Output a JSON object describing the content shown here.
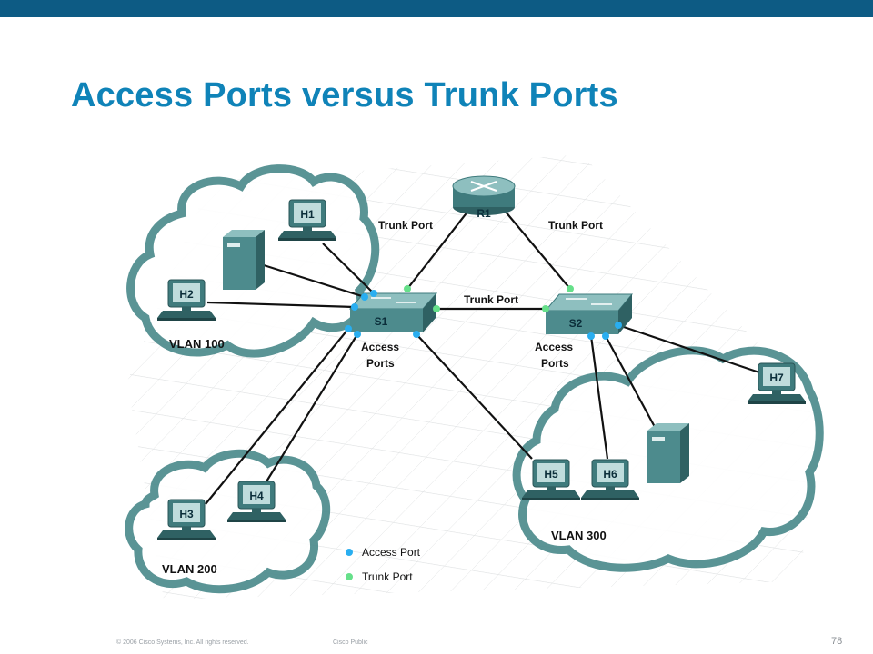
{
  "title": "Access Ports versus Trunk Ports",
  "devices": {
    "router": "R1",
    "switch1": "S1",
    "switch2": "S2",
    "hosts": [
      "H1",
      "H2",
      "H3",
      "H4",
      "H5",
      "H6",
      "H7"
    ]
  },
  "vlans": {
    "vlan100": "VLAN 100",
    "vlan200": "VLAN 200",
    "vlan300": "VLAN 300"
  },
  "link_labels": {
    "trunk_r1_s1": "Trunk Port",
    "trunk_r1_s2": "Trunk Port",
    "trunk_s1_s2": "Trunk Port",
    "access_s1": [
      "Access",
      "Ports"
    ],
    "access_s2": [
      "Access",
      "Ports"
    ]
  },
  "legend": {
    "access": "Access Port",
    "trunk": "Trunk Port"
  },
  "colors": {
    "access_dot": "#29aef0",
    "trunk_dot": "#66e08a",
    "title": "#0f83b8",
    "top_bar": "#0d5b84",
    "device": "#4d8b8d"
  },
  "footer": {
    "copyright": "© 2006 Cisco Systems, Inc. All rights reserved.",
    "classification": "Cisco Public",
    "page": "78"
  }
}
